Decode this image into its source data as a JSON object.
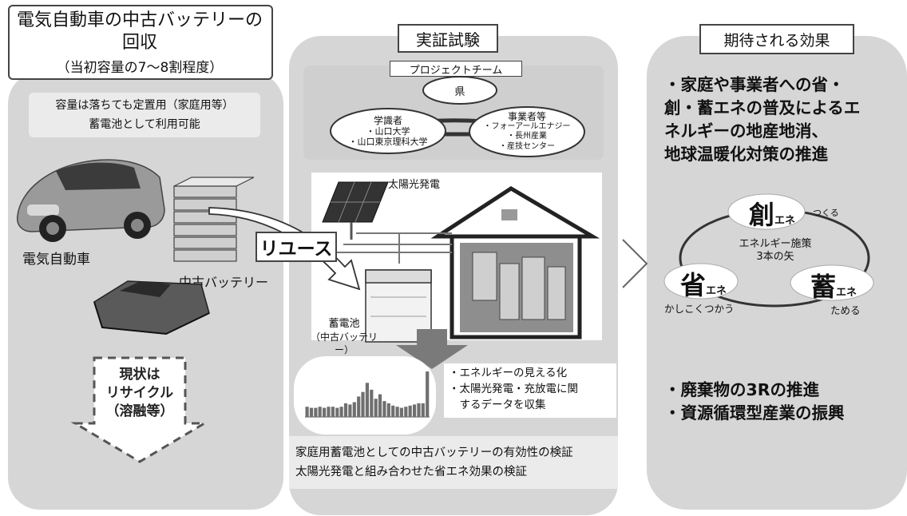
{
  "left": {
    "title_line1": "電気自動車の中古バッテリーの",
    "title_line2": "回収",
    "title_sub": "（当初容量の7～8割程度）",
    "note_line1": "容量は落ちても定置用（家庭用等）",
    "note_line2": "蓄電池として利用可能",
    "ev_label": "電気自動車",
    "battery_label": "中古バッテリー",
    "reuse_label": "リユース",
    "recycle_line1": "現状は",
    "recycle_line2": "リサイクル",
    "recycle_line3": "（溶融等）"
  },
  "center": {
    "title": "実証試験",
    "team_title": "プロジェクトチーム",
    "pref": "県",
    "academic_title": "学識者",
    "academic_1": "・山口大学",
    "academic_2": "・山口東京理科大学",
    "business_title": "事業者等",
    "business_1": "・フォーアールエナジー",
    "business_2": "・長州産業",
    "business_3": "・産技センター",
    "solar_label": "太陽光発電",
    "storage_label": "蓄電池",
    "storage_sub": "（中古バッテリー）",
    "bullet_1": "・エネルギーの見える化",
    "bullet_2": "・太陽光発電・充放電に関",
    "bullet_3": "　するデータを収集",
    "verify_1": "家庭用蓄電池としての中古バッテリーの有効性の検証",
    "verify_2": "太陽光発電と組み合わせた省エネ効果の検証"
  },
  "right": {
    "title": "期待される効果",
    "effect_1": "・家庭や事業者への省・",
    "effect_2": "創・蓄エネの普及によるエ",
    "effect_3": "ネルギーの地産地消、",
    "effect_4": "地球温暖化対策の推進",
    "so_kanji": "創",
    "so_sub": "エネ",
    "so_note": "つくる",
    "policy_1": "エネルギー施策",
    "policy_2": "3本の矢",
    "sho_kanji": "省",
    "sho_sub": "エネ",
    "sho_note": "かしこくつかう",
    "chiku_kanji": "蓄",
    "chiku_sub": "エネ",
    "chiku_note": "ためる",
    "bottom_1": "・廃棄物の3Rの推進",
    "bottom_2": "・資源循環型産業の振興"
  },
  "chart_data": {
    "type": "bar",
    "values": [
      9,
      8,
      8,
      9,
      8,
      9,
      9,
      8,
      9,
      12,
      11,
      13,
      18,
      22,
      30,
      24,
      16,
      20,
      14,
      12,
      10,
      9,
      8,
      9,
      10,
      11,
      12,
      12,
      40
    ],
    "ylim": [
      0,
      45
    ]
  }
}
